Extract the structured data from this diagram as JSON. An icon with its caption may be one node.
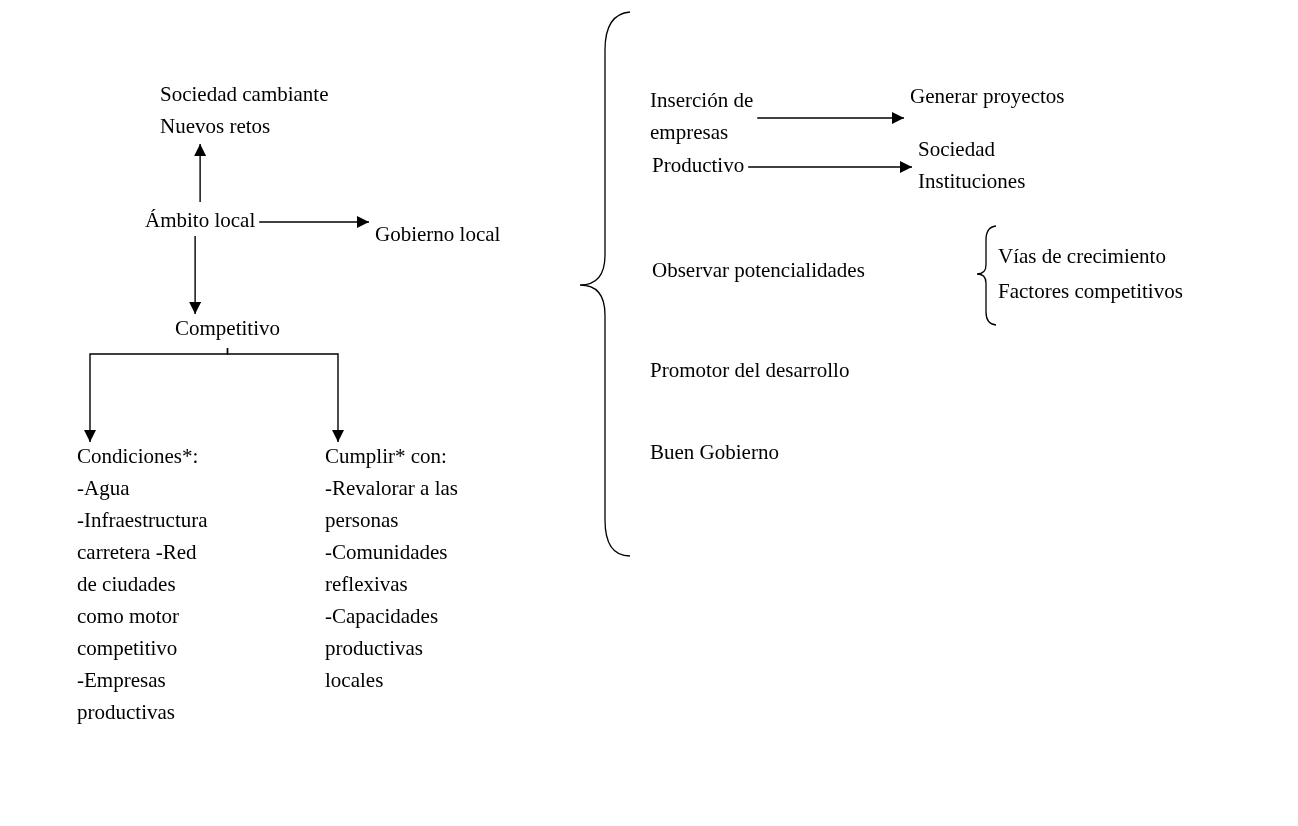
{
  "diagram": {
    "nodes": [
      {
        "text": [
          "Sociedad cambiante Nuevos retos"
        ]
      },
      {
        "text": [
          "Ámbito local"
        ]
      },
      {
        "text": [
          "Gobierno local"
        ]
      },
      {
        "text": [
          "Competitivo"
        ]
      },
      {
        "text": [
          "Condiciones*: -Agua -Infraestructura carretera -Red de ciudades como motor competitivo -Empresas productivas"
        ]
      },
      {
        "text": [
          "Cumplir* con: -Revalorar a las personas -Comunidades reflexivas -Capacidades productivas locales"
        ]
      },
      {
        "text": [
          "Inserción de empresas"
        ]
      },
      {
        "text": [
          "Generar proyectos"
        ]
      },
      {
        "text": [
          "Productivo"
        ]
      },
      {
        "text": [
          "Sociedad Instituciones"
        ]
      }
    ],
    "edges": [
      {
        "from": 1,
        "to": 0,
        "arrow": "to"
      },
      {
        "from": 1,
        "to": 2,
        "arrow": "to"
      },
      {
        "from": 1,
        "to": 3,
        "arrow": "to"
      },
      {
        "from": 3,
        "to": 4,
        "arrow": "to"
      },
      {
        "from": 3,
        "to": 5,
        "arrow": "to"
      },
      {
        "from": 6,
        "to": 7,
        "arrow": "to"
      },
      {
        "from": 8,
        "to": 9,
        "arrow": "to"
      }
    ],
    "labels": [
      "Observar potencialidades",
      "Vías de crecimiento",
      "Factores competitivos",
      "Promotor del desarrollo",
      "Buen Gobierno"
    ]
  }
}
